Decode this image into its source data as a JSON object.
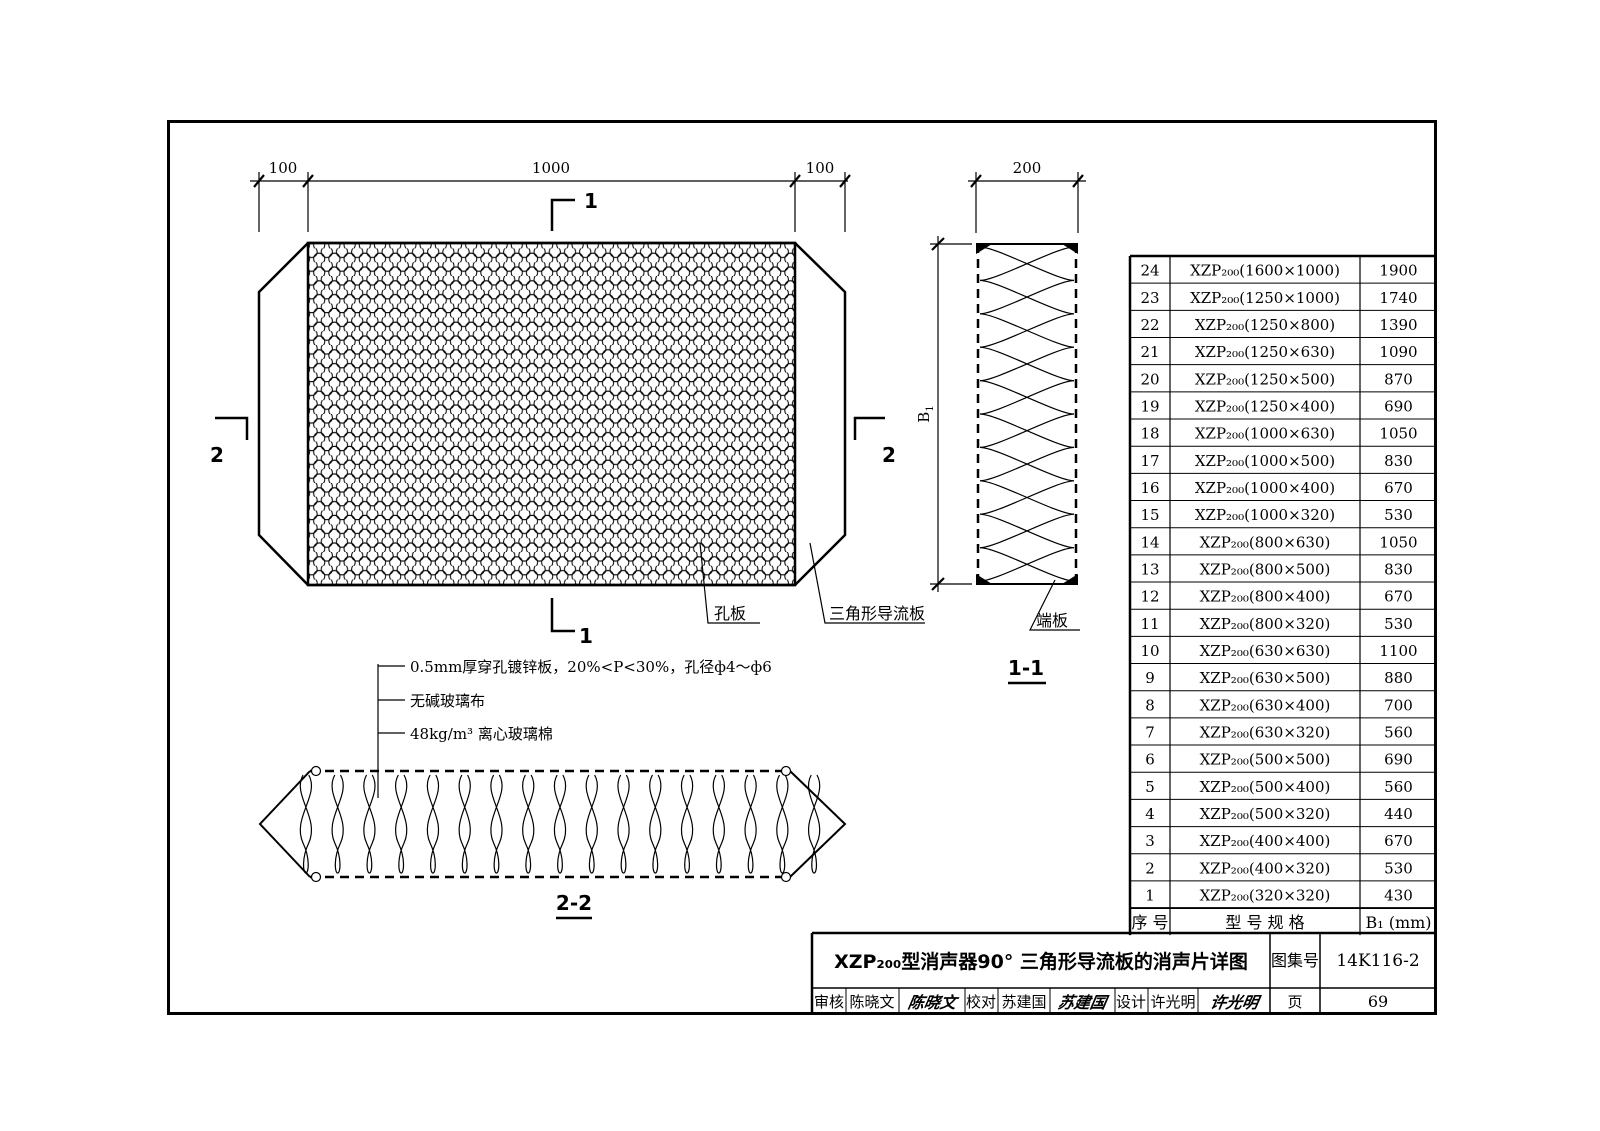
{
  "plan_view": {
    "dim_left": "100",
    "dim_center": "1000",
    "dim_right": "100",
    "section_1": "1",
    "section_2": "2",
    "label_perforated": "孔板",
    "label_deflector": "三角形导流板"
  },
  "section_1_1": {
    "dim_width": "200",
    "dim_height": "B",
    "dim_height_sub": "1",
    "label_endplate": "端板",
    "title": "1-1"
  },
  "section_2_2": {
    "layers": [
      "0.5mm厚穿孔镀锌板，20%<P<30%，孔径ф4～ф6",
      "无碱玻璃布",
      "48kg/m³ 离心玻璃棉"
    ],
    "title": "2-2"
  },
  "spec_table": {
    "headers": [
      "序 号",
      "型 号 规 格",
      "B₁ (mm)"
    ],
    "rows": [
      [
        "24",
        "XZP₂₀₀(1600×1000)",
        "1900"
      ],
      [
        "23",
        "XZP₂₀₀(1250×1000)",
        "1740"
      ],
      [
        "22",
        "XZP₂₀₀(1250×800)",
        "1390"
      ],
      [
        "21",
        "XZP₂₀₀(1250×630)",
        "1090"
      ],
      [
        "20",
        "XZP₂₀₀(1250×500)",
        "870"
      ],
      [
        "19",
        "XZP₂₀₀(1250×400)",
        "690"
      ],
      [
        "18",
        "XZP₂₀₀(1000×630)",
        "1050"
      ],
      [
        "17",
        "XZP₂₀₀(1000×500)",
        "830"
      ],
      [
        "16",
        "XZP₂₀₀(1000×400)",
        "670"
      ],
      [
        "15",
        "XZP₂₀₀(1000×320)",
        "530"
      ],
      [
        "14",
        "XZP₂₀₀(800×630)",
        "1050"
      ],
      [
        "13",
        "XZP₂₀₀(800×500)",
        "830"
      ],
      [
        "12",
        "XZP₂₀₀(800×400)",
        "670"
      ],
      [
        "11",
        "XZP₂₀₀(800×320)",
        "530"
      ],
      [
        "10",
        "XZP₂₀₀(630×630)",
        "1100"
      ],
      [
        "9",
        "XZP₂₀₀(630×500)",
        "880"
      ],
      [
        "8",
        "XZP₂₀₀(630×400)",
        "700"
      ],
      [
        "7",
        "XZP₂₀₀(630×320)",
        "560"
      ],
      [
        "6",
        "XZP₂₀₀(500×500)",
        "690"
      ],
      [
        "5",
        "XZP₂₀₀(500×400)",
        "560"
      ],
      [
        "4",
        "XZP₂₀₀(500×320)",
        "440"
      ],
      [
        "3",
        "XZP₂₀₀(400×400)",
        "670"
      ],
      [
        "2",
        "XZP₂₀₀(400×320)",
        "530"
      ],
      [
        "1",
        "XZP₂₀₀(320×320)",
        "430"
      ]
    ]
  },
  "title_block": {
    "title": "XZP₂₀₀型消声器90° 三角形导流板的消声片详图",
    "atlas_label": "图集号",
    "atlas_no": "14K116-2",
    "review_label": "审核",
    "reviewer": "陈晓文",
    "reviewer_signature": "陈晓文",
    "check_label": "校对",
    "checker": "苏建国",
    "checker_signature": "苏建国",
    "design_label": "设计",
    "designer": "许光明",
    "designer_signature": "许光明",
    "page_label": "页",
    "page_no": "69"
  }
}
